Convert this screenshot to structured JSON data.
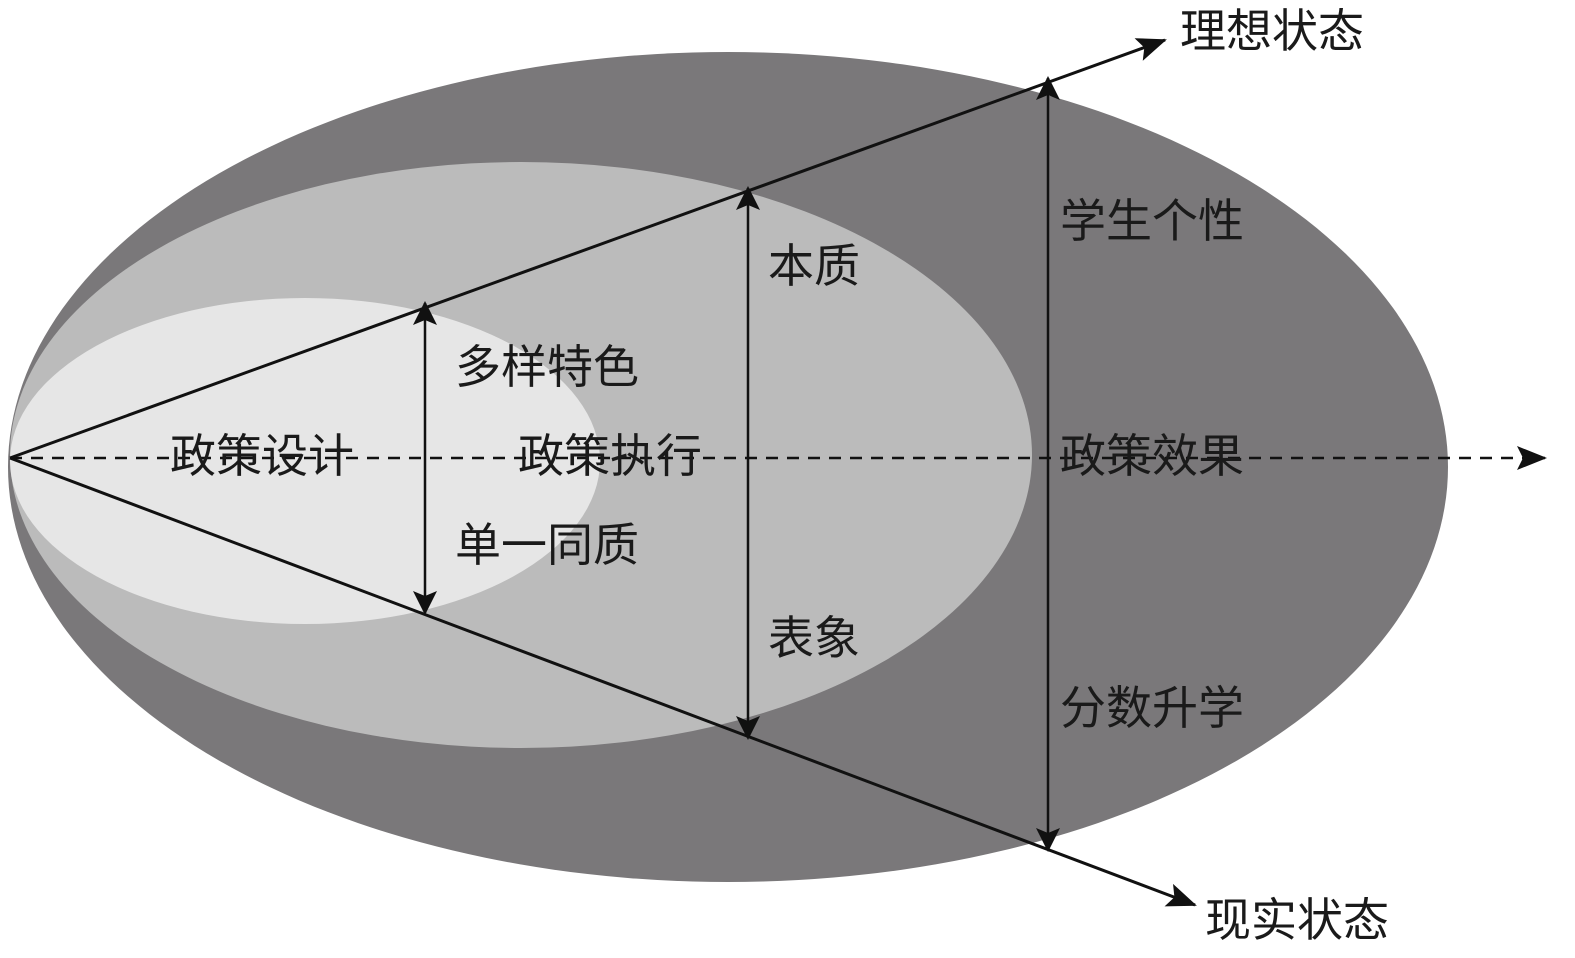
{
  "colors": {
    "outer": "#7a787a",
    "middle": "#bbbbbb",
    "inner": "#e6e6e6",
    "line": "#111111"
  },
  "axis_labels": {
    "top": "理想状态",
    "bottom": "现实状态"
  },
  "stages": [
    "政策设计",
    "政策执行",
    "政策效果"
  ],
  "design": {
    "top": "多样特色",
    "bottom": "单一同质"
  },
  "execution": {
    "top": "本质",
    "bottom": "表象"
  },
  "effect": {
    "top": "学生个性",
    "bottom": "分数升学"
  }
}
